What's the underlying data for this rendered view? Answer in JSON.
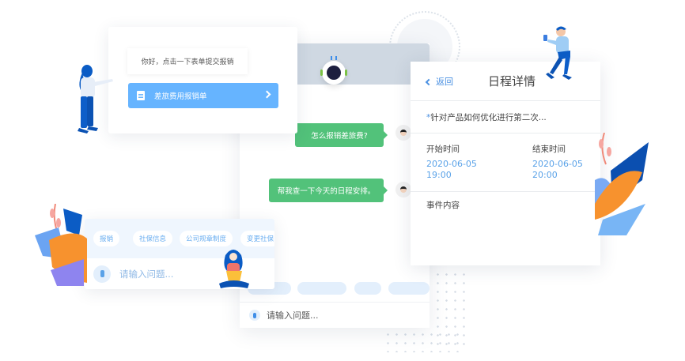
{
  "form_card": {
    "greeting": "你好，点击一下表单提交报销",
    "form_button_label": "差旅费用报销单",
    "form_button_icon": "document-icon",
    "form_button_chevron": "chevron-right-icon"
  },
  "chat": {
    "bot_avatar": "robot-icon",
    "messages": [
      {
        "from": "user",
        "text": "怎么报销差旅费?"
      },
      {
        "from": "user",
        "text": "帮我查一下今天的日程安排。"
      }
    ],
    "input_placeholder": "请输入问题...",
    "mic_icon": "microphone-icon"
  },
  "schedule_detail": {
    "back_label": "返回",
    "title": "日程详情",
    "event_marker": "*",
    "event_title": "针对产品如何优化进行第二次...",
    "start_label": "开始时间",
    "start_date": "2020-06-05",
    "start_time": "19:00",
    "end_label": "结束时间",
    "end_date": "2020-06-05",
    "end_time": "20:00",
    "content_label": "事件内容"
  },
  "quick_questions": {
    "tags": [
      "报销",
      "社保信息",
      "公司规章制度",
      "变更社保"
    ],
    "input_placeholder": "请输入问题..."
  },
  "colors": {
    "accent_blue": "#66b4ff",
    "link_blue": "#4a90e2",
    "bubble_green": "#52c27a",
    "header_gray": "#cfd8e2",
    "chip_bg": "#e3effc"
  }
}
